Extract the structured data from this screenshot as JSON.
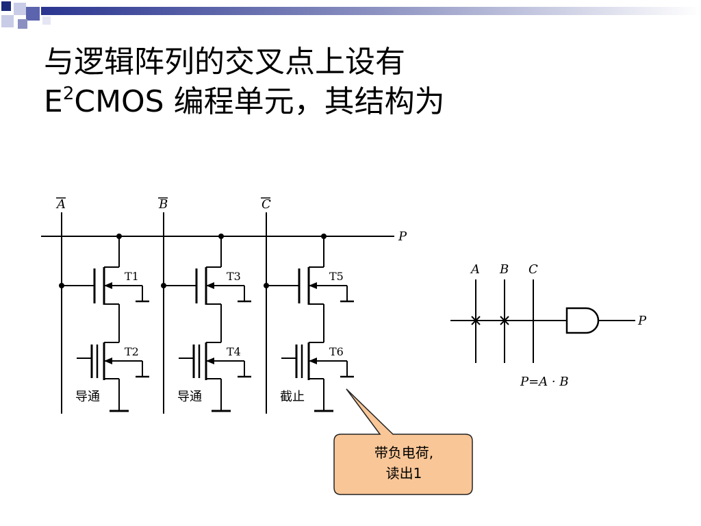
{
  "slide": {
    "title_line1": "与逻辑阵列的交叉点上设有",
    "title_line2_prefix": "E",
    "title_line2_sup": "2",
    "title_line2_rest": "CMOS 编程单元，其结构为"
  },
  "circuit": {
    "column_labels": [
      "A",
      "B",
      "C"
    ],
    "output_label": "P",
    "transistors": [
      "T1",
      "T2",
      "T3",
      "T4",
      "T5",
      "T6"
    ],
    "states": [
      "导通",
      "导通",
      "截止"
    ]
  },
  "equivalent": {
    "inputs": [
      "A",
      "B",
      "C"
    ],
    "output": "P",
    "equation": "P=A · B"
  },
  "callout": {
    "line1": "带负电荷,",
    "line2": "读出1"
  },
  "colors": {
    "accent_navy": "#1c2a7a",
    "callout_fill": "#f9c697"
  }
}
